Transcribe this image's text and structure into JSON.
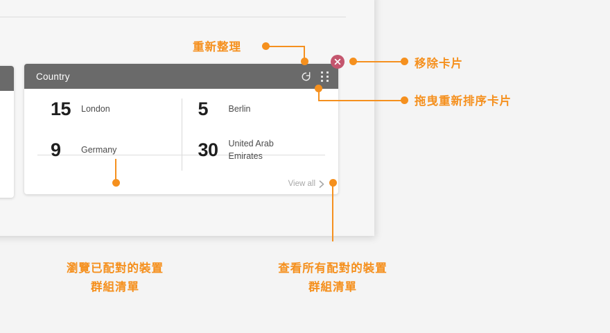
{
  "theme": {
    "accent": "#f5901e",
    "card_header_bg": "#6a6a6a",
    "close_badge_bg": "#c4566e",
    "page_bg": "#f4f4f4",
    "panel_bg": "#f6f6f6",
    "number_color": "#1f1f1f",
    "label_color": "#4b4b4b",
    "viewall_color": "#a8a8a8"
  },
  "card": {
    "title": "Country",
    "icons": {
      "refresh": "refresh-icon",
      "drag_handle": "drag-handle-icon",
      "close": "close-icon"
    },
    "cells": [
      {
        "value": "15",
        "label": "London"
      },
      {
        "value": "5",
        "label": "Berlin"
      },
      {
        "value": "9",
        "label": "Germany"
      },
      {
        "value": "30",
        "label": "United Arab Emirates"
      }
    ],
    "view_all": {
      "label": "View all",
      "chevron": "chevron-right-icon"
    }
  },
  "annotations": {
    "refresh": {
      "text": "重新整理"
    },
    "remove_card": {
      "text": "移除卡片"
    },
    "drag_reorder": {
      "text": "拖曳重新排序卡片"
    },
    "browse_groups": {
      "line1": "瀏覽已配對的裝置",
      "line2": "群組清單"
    },
    "view_all_groups": {
      "line1": "查看所有配對的裝置",
      "line2": "群組清單"
    }
  }
}
